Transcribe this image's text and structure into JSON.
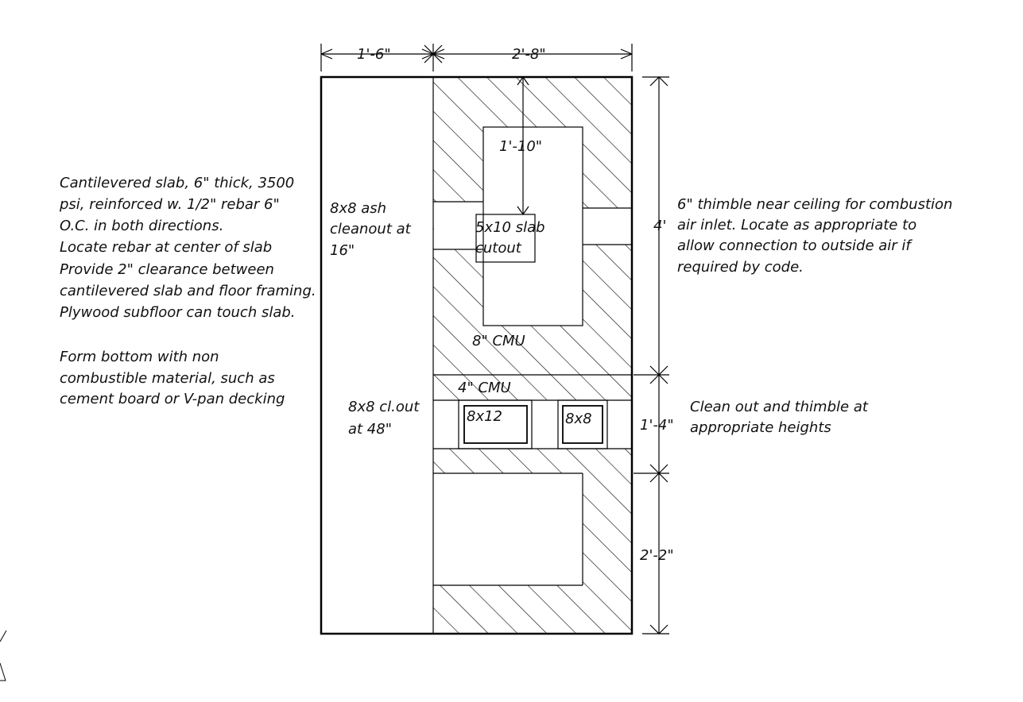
{
  "dimensions": {
    "top_left": "1'-6\"",
    "top_right": "2'-8\"",
    "right_upper": "4'",
    "right_middle": "1'-4\"",
    "right_lower": "2'-2\"",
    "inner_vertical": "1'-10\""
  },
  "notes": {
    "slab_spec": [
      "Cantilevered slab, 6\" thick, 3500",
      "psi, reinforced w. 1/2\" rebar 6\"",
      "O.C. in both directions.",
      "Locate rebar at center of slab",
      "Provide 2\" clearance between",
      "cantilevered slab and floor framing.",
      "Plywood subfloor can touch slab."
    ],
    "form_bottom": [
      "Form bottom with non",
      "combustible material, such as",
      "cement board or V-pan decking"
    ],
    "thimble": [
      "6\" thimble near ceiling for combustion",
      "air inlet. Locate as appropriate to",
      "allow connection to outside air if",
      "required by code."
    ],
    "cleanout_thimble": [
      "Clean out and thimble at",
      "appropriate heights"
    ]
  },
  "labels": {
    "ash_cleanout": [
      "8x8 ash",
      "cleanout at",
      "16\""
    ],
    "cleanout_48": [
      "8x8 cl.out",
      "at 48\""
    ],
    "slab_cutout": [
      "5x10 slab",
      "cutout"
    ],
    "cmu8": "8\" CMU",
    "cmu4": "4\" CMU",
    "box_8x12": "8x12",
    "box_8x8": "8x8"
  }
}
